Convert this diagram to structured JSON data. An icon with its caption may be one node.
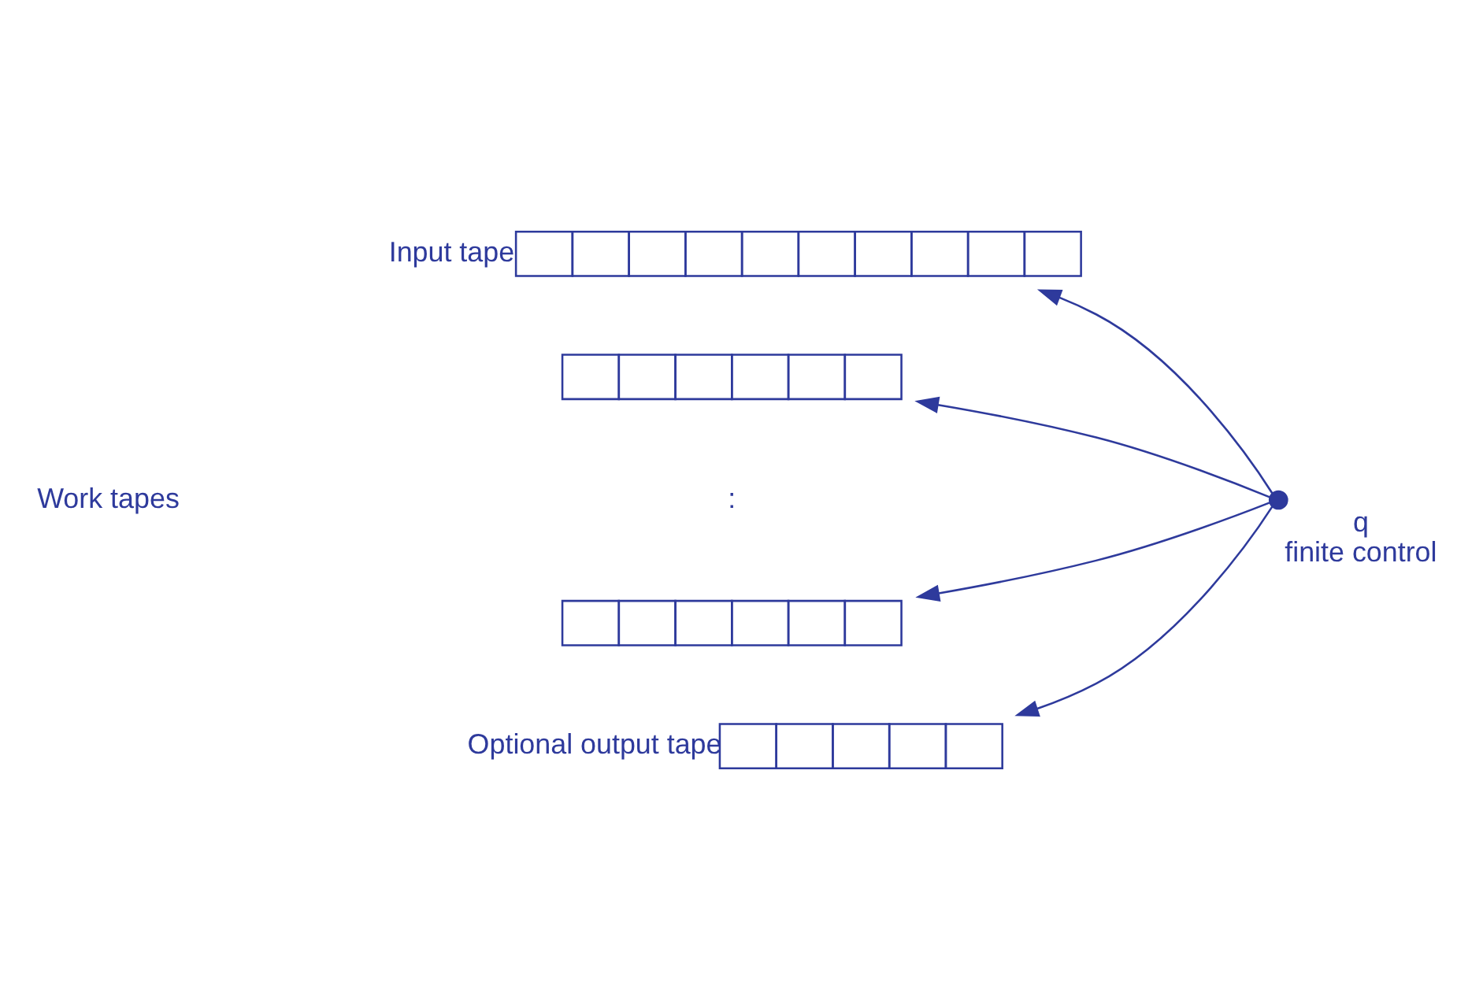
{
  "diagram": {
    "nodes": [
      {
        "text": [],
        "shape": "bar",
        "beside": [
          "Input tape"
        ]
      },
      {
        "text": [],
        "shape": "bar"
      },
      {
        "text": [],
        "shape": "bar"
      },
      {
        "text": [],
        "shape": "bar",
        "beside": [
          "Optional output tape"
        ]
      },
      {
        "text": [],
        "shape": "circle",
        "beside": [
          "q",
          "finite control"
        ]
      }
    ],
    "edges": [
      {
        "from": 4,
        "to": 0,
        "arrow": "to"
      },
      {
        "from": 4,
        "to": 1,
        "arrow": "to"
      },
      {
        "from": 4,
        "to": 2,
        "arrow": "to"
      },
      {
        "from": 4,
        "to": 3,
        "arrow": "to"
      }
    ],
    "labels": [
      "Work tapes",
      ":"
    ]
  }
}
